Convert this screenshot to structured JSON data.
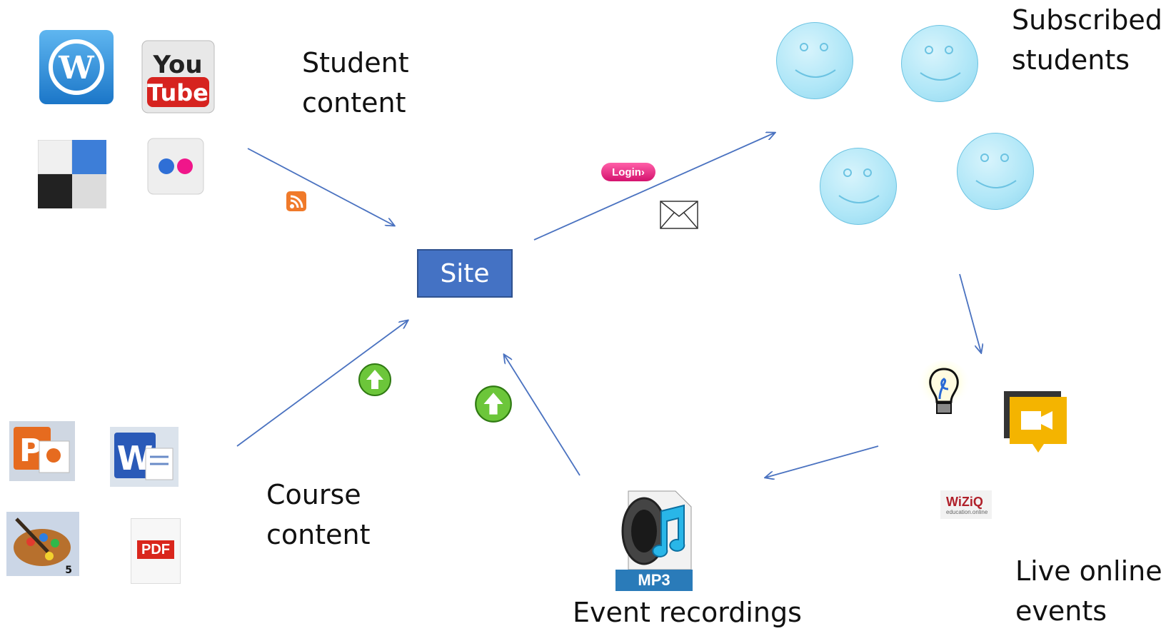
{
  "labels": {
    "student_content": [
      "Student",
      "content"
    ],
    "course_content": [
      "Course",
      "content"
    ],
    "subscribed_students": [
      "Subscribed",
      "students"
    ],
    "event_recordings": "Event recordings",
    "live_online_events": [
      "Live online",
      "events"
    ]
  },
  "site": "Site",
  "login": "Login",
  "pdf": "PDF",
  "mp3": "MP3",
  "wiziq": "WiZiQ",
  "icons": [
    "wordpress-icon",
    "youtube-icon",
    "delicious-icon",
    "flickr-icon",
    "rss-icon",
    "powerpoint-icon",
    "word-icon",
    "paint-palette-icon",
    "pdf-icon",
    "upload-arrow-icon",
    "mp3-audio-icon",
    "mail-icon",
    "login-badge",
    "smiley-face-icon",
    "lightbulb-icon",
    "hangouts-video-icon",
    "wiziq-logo"
  ],
  "colors": {
    "arrow": "#4a72c0",
    "site": "#4472c4"
  }
}
